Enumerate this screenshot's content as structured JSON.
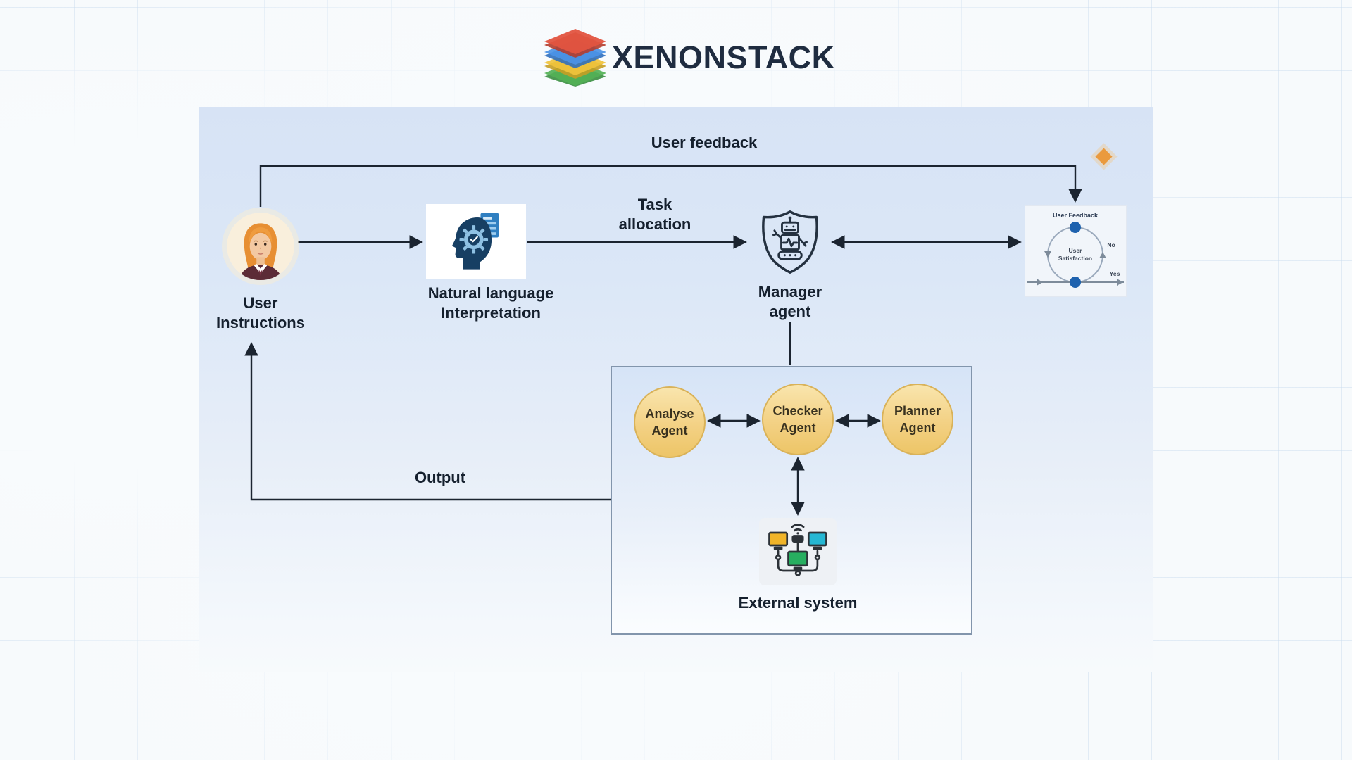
{
  "brand": {
    "name": "XENONSTACK"
  },
  "colors": {
    "line": "#1b2430",
    "panel_top": "#d7e3f5",
    "agent_fill": "#f3d184",
    "agent_border": "#d9b258",
    "accent_diamond": "#ea9a3e",
    "dot_blue": "#1e62ae",
    "brand_navy": "#1f2c40"
  },
  "icons": {
    "logo": "layered-diamonds-logo",
    "user": "woman-avatar-icon",
    "nlp": "head-gear-document-icon",
    "manager": "robot-shield-icon",
    "feedback": "feedback-loop-icon",
    "external": "networked-computers-icon"
  },
  "edges": {
    "user_feedback": "User feedback",
    "task_allocation_line1": "Task",
    "task_allocation_line2": "allocation",
    "output": "Output"
  },
  "nodes": {
    "user_instructions": {
      "line1": "User",
      "line2": "Instructions"
    },
    "nlp": {
      "line1": "Natural language",
      "line2": "Interpretation"
    },
    "manager": {
      "line1": "Manager",
      "line2": "agent"
    },
    "external": {
      "label": "External system"
    }
  },
  "feedback_widget": {
    "title": "User Feedback",
    "center_line1": "User",
    "center_line2": "Satisfaction",
    "no": "No",
    "yes": "Yes"
  },
  "agents": [
    {
      "line1": "Analyse",
      "line2": "Agent"
    },
    {
      "line1": "Checker",
      "line2": "Agent"
    },
    {
      "line1": "Planner",
      "line2": "Agent"
    }
  ]
}
